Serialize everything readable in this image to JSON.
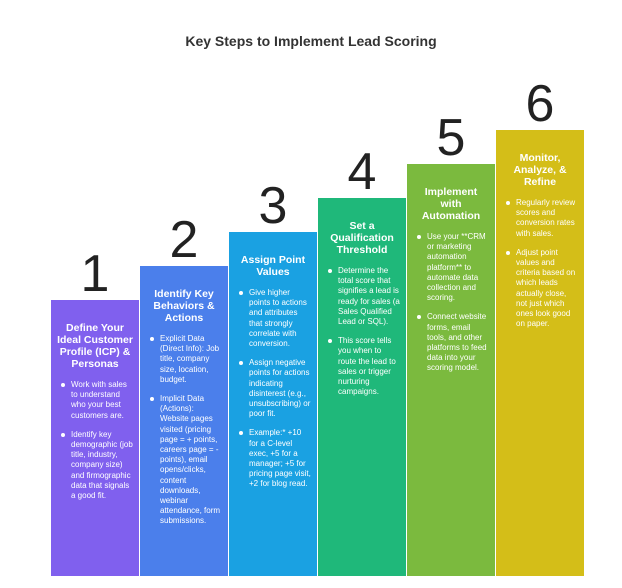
{
  "title": "Key Steps to Implement Lead Scoring",
  "steps": [
    {
      "number": "1",
      "color": "#8060EE",
      "title": "Define Your Ideal Customer Profile (ICP) & Personas",
      "bullets": [
        "Work with sales to understand who your best customers are.",
        "Identify key demographic (job title, industry, company size) and firmographic data that signals a good fit."
      ]
    },
    {
      "number": "2",
      "color": "#4B7FEB",
      "title": "Identify Key Behaviors & Actions",
      "bullets": [
        "Explicit Data (Direct Info): Job title, company size, location, budget.",
        "Implicit Data (Actions): Website pages visited (pricing page = + points, careers page = - points), email opens/clicks, content downloads, webinar attendance, form submissions."
      ]
    },
    {
      "number": "3",
      "color": "#1AA1E2",
      "title": "Assign Point Values",
      "bullets": [
        "Give higher points to actions and attributes that strongly correlate with conversion.",
        "Assign negative points for actions indicating disinterest (e.g., unsubscribing) or poor fit.",
        "Example:* +10 for a C-level exec, +5 for a manager; +5 for pricing page visit, +2 for blog read."
      ]
    },
    {
      "number": "4",
      "color": "#1FB87A",
      "title": "Set a Qualification Threshold",
      "bullets": [
        "Determine the total score that signifies a lead is ready for sales (a Sales Qualified Lead or SQL).",
        "This score tells you when to route the lead to sales or trigger nurturing campaigns."
      ]
    },
    {
      "number": "5",
      "color": "#7BBA3E",
      "title": "Implement with Automation",
      "bullets": [
        "Use your **CRM or marketing automation platform** to automate data collection and scoring.",
        "Connect website forms, email tools, and other platforms to feed data into your scoring model."
      ]
    },
    {
      "number": "6",
      "color": "#D4BE18",
      "title": "Monitor, Analyze, & Refine",
      "bullets": [
        "Regularly review scores and conversion rates with sales.",
        "Adjust point values and criteria based on which leads actually close, not just which ones look good on paper."
      ]
    }
  ]
}
